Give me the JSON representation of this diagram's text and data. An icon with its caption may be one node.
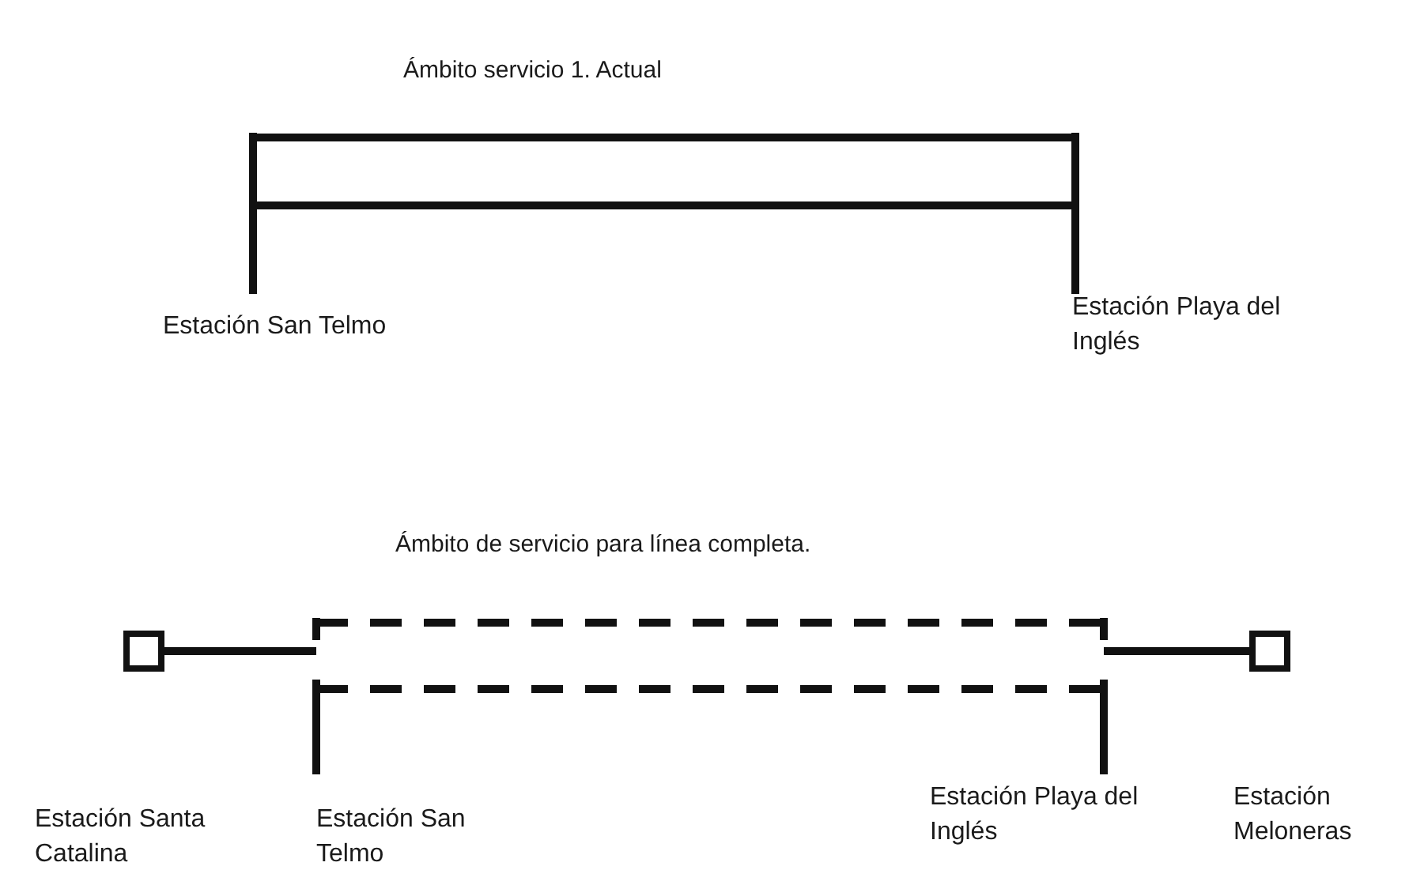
{
  "diagram": {
    "labels": [
      "Ámbito servicio 1. Actual",
      "Estación San Telmo",
      "Estación Playa del Inglés",
      "Ámbito de servicio para línea completa.",
      "Estación Santa Catalina",
      "Estación San Telmo",
      "Estación Playa del Inglés",
      "Estación Meloneras"
    ]
  }
}
